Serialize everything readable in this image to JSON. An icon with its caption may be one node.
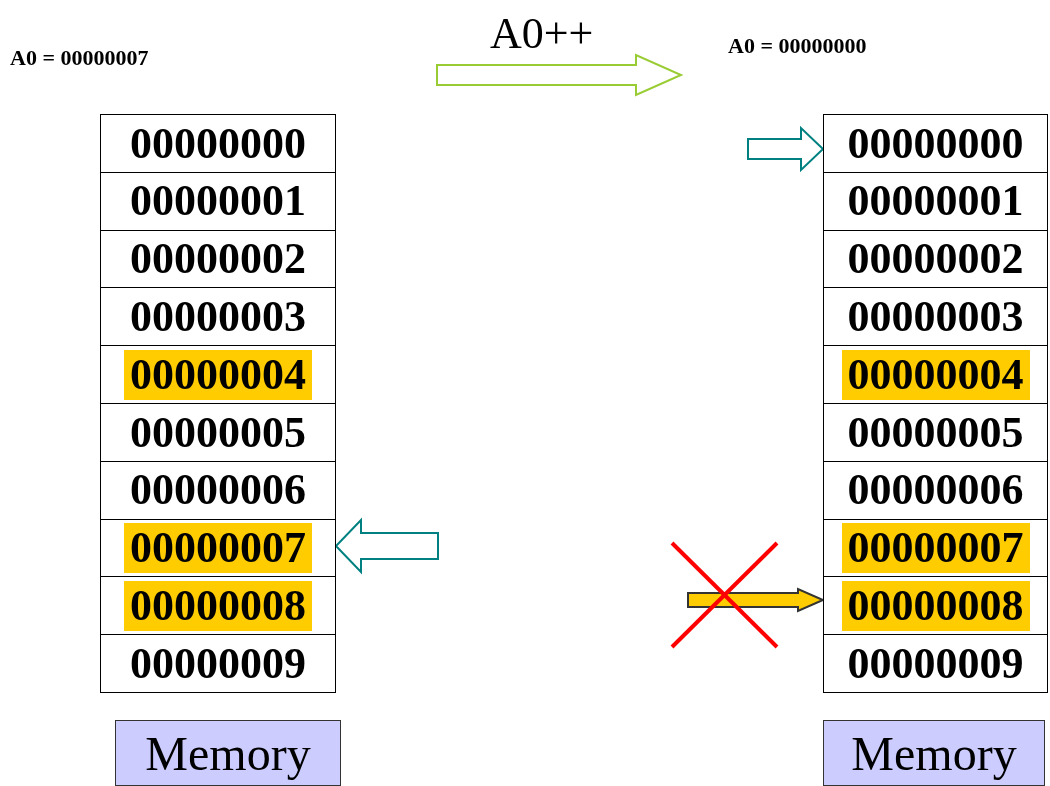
{
  "diagram": {
    "nodes": [
      {
        "text": [
          "00000000"
        ]
      },
      {
        "text": [
          "00000001"
        ]
      },
      {
        "text": [
          "00000002"
        ]
      },
      {
        "text": [
          "00000003"
        ]
      },
      {
        "text": [
          "00000004"
        ]
      },
      {
        "text": [
          "00000005"
        ]
      },
      {
        "text": [
          "00000006"
        ]
      },
      {
        "text": [
          "00000007"
        ]
      },
      {
        "text": [
          "00000008"
        ]
      },
      {
        "text": [
          "00000009"
        ]
      },
      {
        "text": [
          "00000000"
        ]
      },
      {
        "text": [
          "00000001"
        ]
      },
      {
        "text": [
          "00000002"
        ]
      },
      {
        "text": [
          "00000003"
        ]
      },
      {
        "text": [
          "00000004"
        ]
      },
      {
        "text": [
          "00000005"
        ]
      },
      {
        "text": [
          "00000006"
        ]
      },
      {
        "text": [
          "00000007"
        ]
      },
      {
        "text": [
          "00000008"
        ]
      },
      {
        "text": [
          "00000009"
        ]
      },
      {
        "text": [
          "Memory"
        ]
      },
      {
        "text": [
          "Memory"
        ]
      }
    ],
    "edges": [
      {
        "from": null,
        "to": 7,
        "arrow": "to"
      },
      {
        "from": null,
        "to": 10,
        "arrow": "to"
      },
      {
        "from": null,
        "to": 18,
        "arrow": "to",
        "color": "#ffcc00"
      }
    ],
    "labels": [
      "A0 = 00000007",
      "A0++",
      "A0 = 00000000"
    ]
  }
}
